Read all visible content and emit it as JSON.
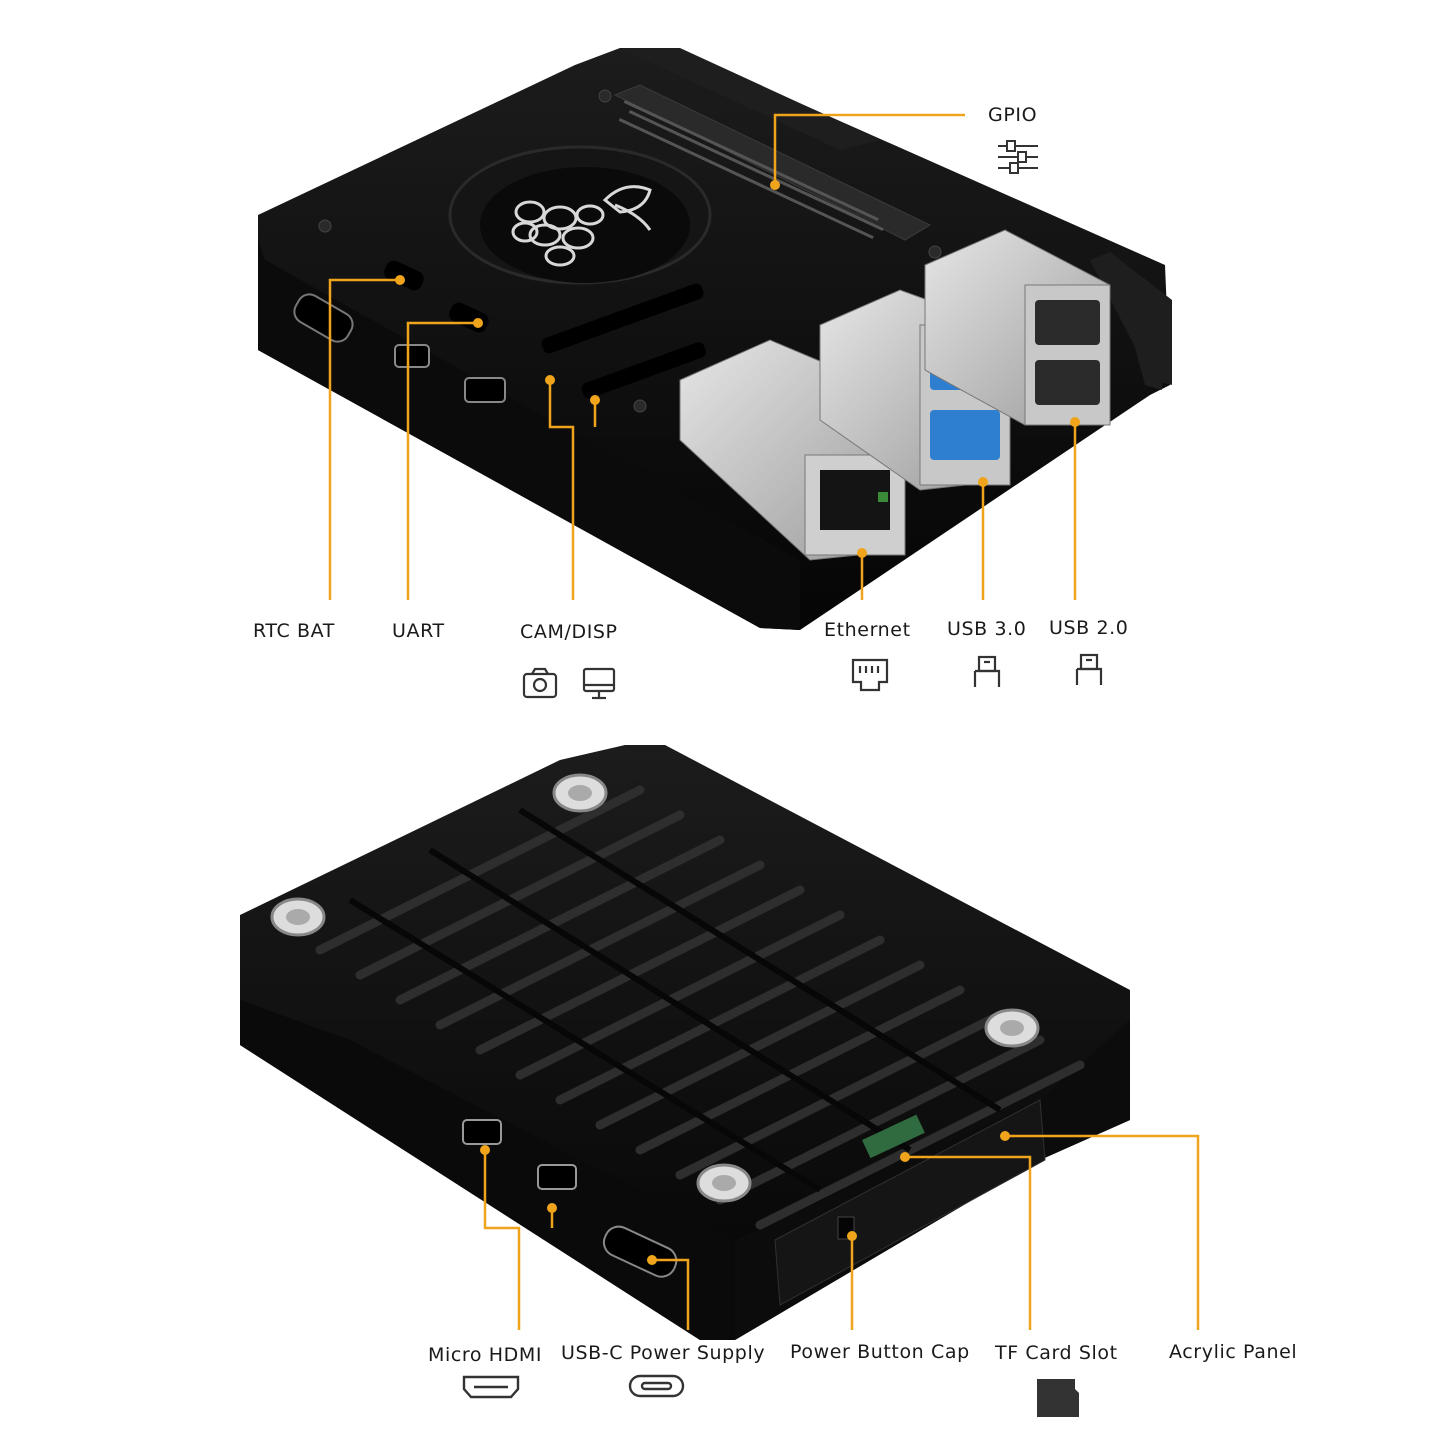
{
  "top_labels": {
    "gpio": "GPIO",
    "rtc_bat": "RTC BAT",
    "uart": "UART",
    "cam_disp": "CAM/DISP",
    "ethernet": "Ethernet",
    "usb30": "USB 3.0",
    "usb20": "USB 2.0"
  },
  "bottom_labels": {
    "micro_hdmi": "Micro HDMI",
    "usbc_power": "USB-C Power Supply",
    "power_button": "Power Button Cap",
    "tf_card": "TF Card Slot",
    "acrylic": "Acrylic Panel"
  },
  "icons": [
    "gpio-icon",
    "camera-icon",
    "display-icon",
    "ethernet-icon",
    "usb30-icon",
    "usb20-icon",
    "micro-hdmi-icon",
    "usb-c-icon",
    "sd-card-icon"
  ],
  "colors": {
    "accent": "#f0a41c",
    "case": "#111111",
    "metal": "#b9b9b9",
    "usb3_blue": "#2f7fd0"
  }
}
